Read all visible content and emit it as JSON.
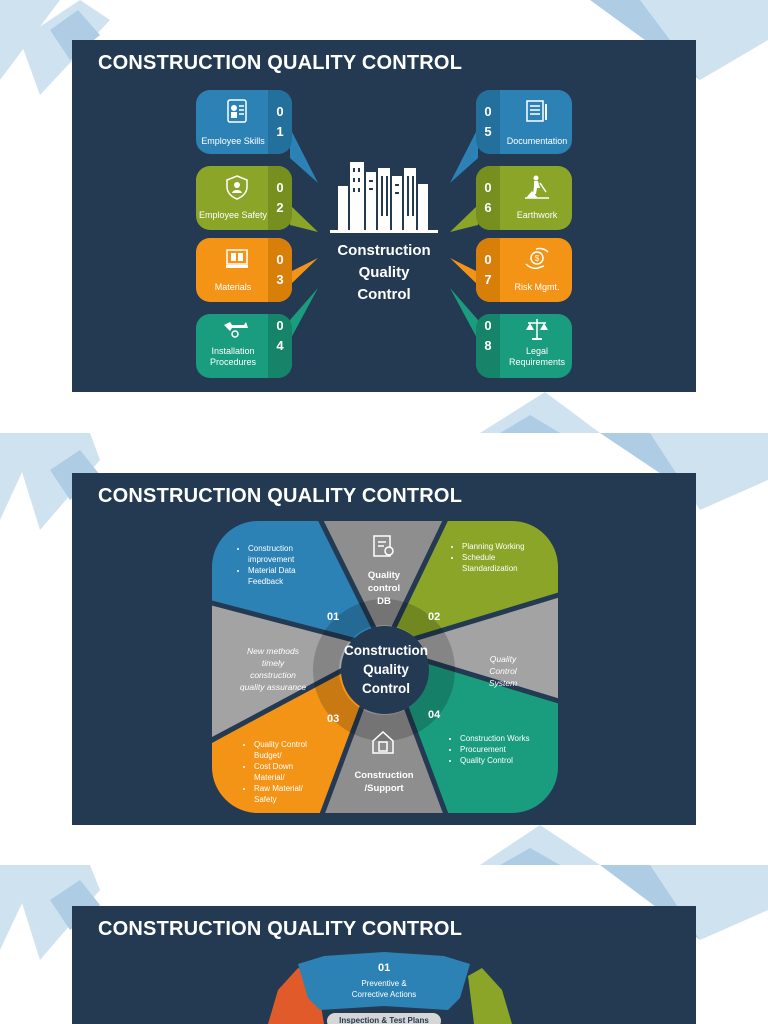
{
  "colors": {
    "slide_bg": "#233a52",
    "blue": "#2d82b5",
    "green": "#8aa528",
    "orange": "#f49416",
    "teal": "#1a9c7e",
    "grey": "#9a9a9a",
    "deco_light": "#cfe2f0",
    "deco_mid": "#aecde5"
  },
  "slide1": {
    "title": "CONSTRUCTION QUALITY CONTROL",
    "center": [
      "Construction",
      "Quality",
      "Control"
    ],
    "left_items": [
      {
        "num": "0\n1",
        "label": "Employee Skills",
        "icon": "employee-skills-icon",
        "color": "#2d82b5"
      },
      {
        "num": "0\n2",
        "label": "Employee Safety",
        "icon": "employee-safety-icon",
        "color": "#8aa528"
      },
      {
        "num": "0\n3",
        "label": "Materials",
        "icon": "materials-icon",
        "color": "#f49416"
      },
      {
        "num": "0\n4",
        "label": "Installation Procedures",
        "icon": "installation-tools-icon",
        "color": "#1a9c7e"
      }
    ],
    "right_items": [
      {
        "num": "0\n5",
        "label": "Documentation",
        "icon": "documentation-icon",
        "color": "#2d82b5"
      },
      {
        "num": "0\n6",
        "label": "Earthwork",
        "icon": "earthwork-icon",
        "color": "#8aa528"
      },
      {
        "num": "0\n7",
        "label": "Risk Mgmt.",
        "icon": "risk-management-icon",
        "color": "#f49416"
      },
      {
        "num": "0\n8",
        "label": "Legal Requirements",
        "icon": "legal-scale-icon",
        "color": "#1a9c7e"
      }
    ]
  },
  "slide2": {
    "title": "CONSTRUCTION QUALITY CONTROL",
    "center": [
      "Construction",
      "Quality",
      "Control"
    ],
    "seg1_bullets": [
      "Construction improvement",
      "Material Data Feedback"
    ],
    "seg2_bullets": [
      "Planning Working",
      "Schedule Standardization"
    ],
    "seg3_bullets": [
      "Quality Control Budget/",
      "Cost Down Material/",
      "Raw Material/ Safety"
    ],
    "seg4_bullets": [
      "Construction Works",
      "Procurement",
      "Quality Control"
    ],
    "left_italic": [
      "New methods",
      "timely",
      "construction",
      "quality assurance"
    ],
    "right_italic": [
      "Quality",
      "Control",
      "System"
    ],
    "top_label": [
      "Quality",
      "control",
      "DB"
    ],
    "bottom_label": [
      "Construction",
      "/Support"
    ],
    "nums": [
      "01",
      "02",
      "03",
      "04"
    ]
  },
  "slide3": {
    "title": "CONSTRUCTION QUALITY CONTROL",
    "top_num": "01",
    "top_label": [
      "Preventive &",
      "Corrective Actions"
    ],
    "inner_label": "Inspection & Test Plans"
  }
}
